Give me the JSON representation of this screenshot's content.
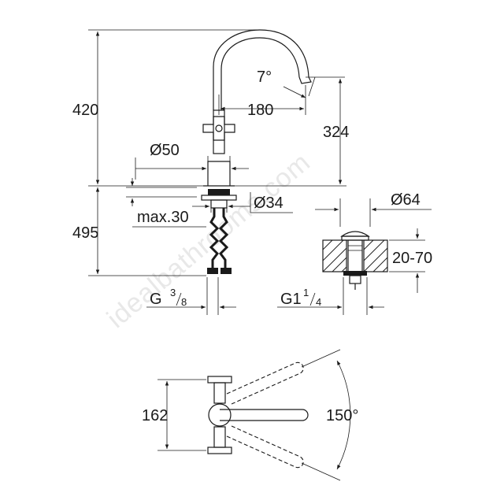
{
  "watermark": "idealbathrooms.com",
  "dimensions": {
    "total_height": "420",
    "below_counter": "495",
    "spout_reach": "180",
    "spout_height": "324",
    "spout_angle": "7°",
    "base_diameter": "Ø50",
    "shank_diameter": "Ø34",
    "max_thickness": "max.30",
    "waste_diameter": "Ø64",
    "waste_range": "20-70",
    "thread_main": "G",
    "thread_main_num": "3",
    "thread_main_den": "8",
    "thread_waste": "G1",
    "thread_waste_num": "1",
    "thread_waste_den": "4",
    "handle_width": "162",
    "swivel_angle": "150°"
  }
}
